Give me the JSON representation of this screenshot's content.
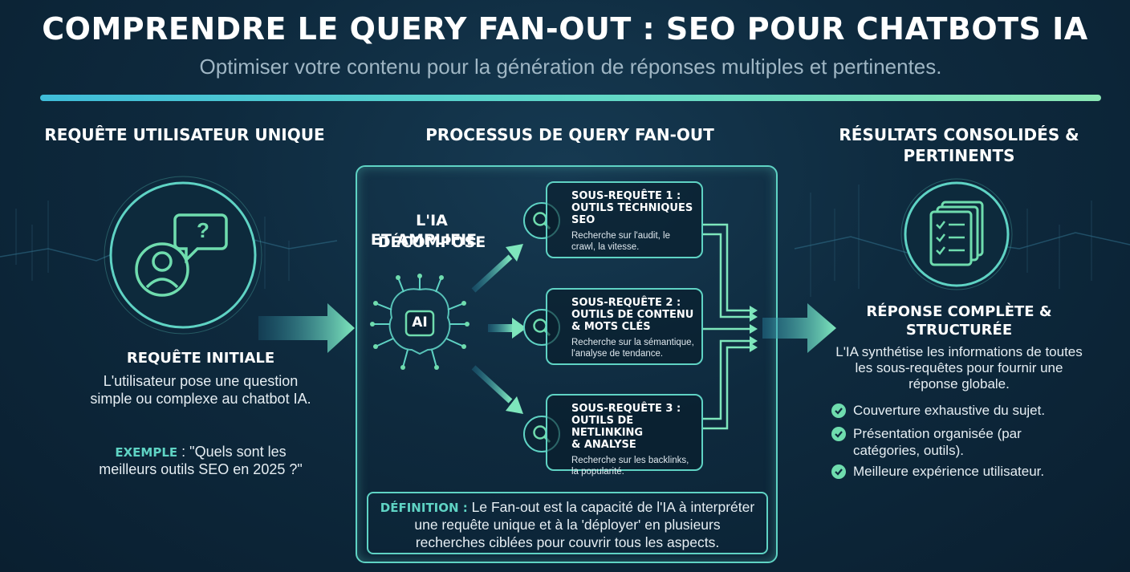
{
  "header": {
    "title": "COMPRENDRE LE QUERY FAN-OUT : SEO POUR CHATBOTS IA",
    "subtitle": "Optimiser votre contenu pour la génération de réponses multiples et pertinentes."
  },
  "left": {
    "heading": "REQUÊTE UTILISATEUR UNIQUE",
    "bubble_glyph": "?",
    "subheading": "REQUÊTE INITIALE",
    "text_lines": [
      "L'utilisateur pose une question",
      "simple ou complexe au chatbot IA."
    ],
    "example_label": "EXEMPLE",
    "example_lines": [
      " : \"Quels sont les",
      "meilleurs outils SEO en 2025 ?\""
    ]
  },
  "center": {
    "heading": "PROCESSUS DE QUERY FAN-OUT",
    "ai_lines": [
      "L'IA DÉCOMPOSE",
      "ET AMPLIFIE"
    ],
    "ai_chip": "AI",
    "subqueries": [
      {
        "title_lines": [
          "SOUS-REQUÊTE 1 :",
          "OUTILS TECHNIQUES",
          "SEO"
        ],
        "desc_lines": [
          "Recherche sur l'audit, le",
          "crawl, la vitesse."
        ]
      },
      {
        "title_lines": [
          "SOUS-REQUÊTE 2 :",
          "OUTILS DE CONTENU",
          "& MOTS CLÉS"
        ],
        "desc_lines": [
          "Recherche sur la sémantique,",
          "l'analyse de tendance."
        ]
      },
      {
        "title_lines": [
          "SOUS-REQUÊTE 3 :",
          "OUTILS DE NETLINKING",
          "& ANALYSE"
        ],
        "desc_lines": [
          "Recherche sur les backlinks,",
          "la popularité."
        ]
      }
    ],
    "definition": {
      "label": "DÉFINITION :",
      "lines": [
        " Le Fan-out est la capacité de l'IA à interpréter",
        "une requête unique et à la 'déployer' en plusieurs",
        "recherches ciblées pour couvrir tous les aspects."
      ]
    }
  },
  "right": {
    "heading_lines": [
      "RÉSULTATS CONSOLIDÉS &",
      "PERTINENTS"
    ],
    "subheading_lines": [
      "RÉPONSE COMPLÈTE &",
      "STRUCTURÉE"
    ],
    "text_lines": [
      "L'IA synthétise les informations de toutes",
      "les sous-requêtes pour fournir une",
      "réponse globale."
    ],
    "checklist": [
      {
        "lines": [
          "Couverture exhaustive du sujet."
        ]
      },
      {
        "lines": [
          "Présentation organisée (par",
          "catégories, outils)."
        ]
      },
      {
        "lines": [
          "Meilleure expérience utilisateur."
        ]
      }
    ]
  },
  "colors": {
    "accent_teal": "#5fd3c4",
    "accent_green": "#6fdcae",
    "background": "#0e2a3e"
  }
}
